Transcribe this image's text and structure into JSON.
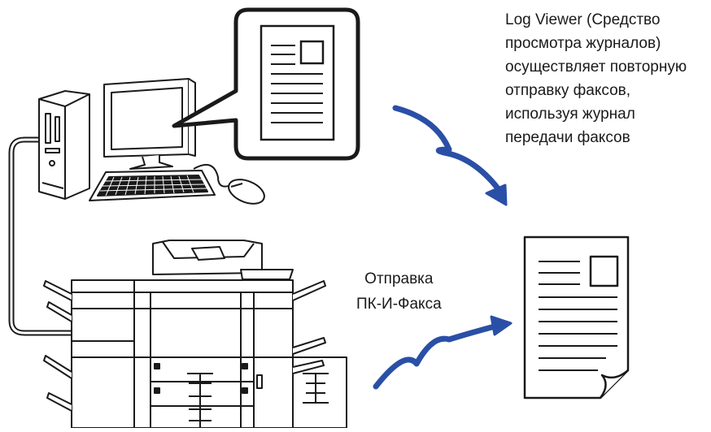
{
  "log_viewer_caption": {
    "lines": [
      "Log Viewer (Средство",
      "просмотра журналов)",
      "осуществляет повторную",
      "отправку факсов,",
      "используя журнал",
      "передачи факсов"
    ]
  },
  "pc_ifax_caption": {
    "lines": [
      "Отправка",
      "ПК-И-Факса"
    ]
  },
  "colors": {
    "arrow": "#2a4fa6",
    "line_art": "#1a1a1a",
    "background": "#ffffff"
  },
  "icons": [
    "pc-tower-icon",
    "monitor-icon",
    "keyboard-icon",
    "mouse-icon",
    "document-callout-icon",
    "mfp-printer-icon",
    "fax-document-icon",
    "curved-arrow-icon",
    "lightning-arrow-icon"
  ]
}
